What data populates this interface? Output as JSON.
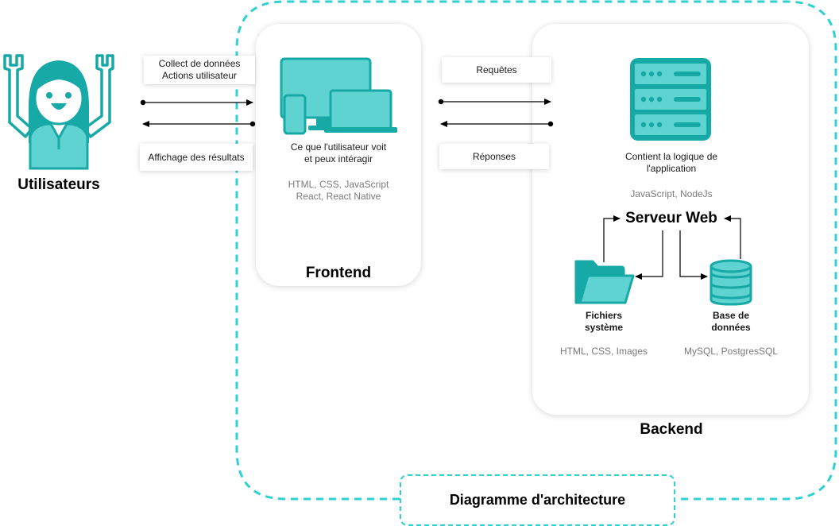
{
  "colors": {
    "accent": "#14a8a6",
    "accent_light": "#5fd3d1",
    "dashed_border": "#2fd1d1"
  },
  "user": {
    "title": "Utilisateurs"
  },
  "user_frontend_links": {
    "request_label": "Collect de données\nActions utilisateur",
    "response_label": "Affichage des résultats"
  },
  "frontend": {
    "title": "Frontend",
    "description": "Ce que l'utilisateur voit\net peux intéragir",
    "technologies": "HTML, CSS, JavaScript\nReact, React Native",
    "icon": "devices-icon"
  },
  "frontend_backend_links": {
    "request_label": "Requêtes",
    "response_label": "Réponses"
  },
  "backend": {
    "title": "Backend",
    "description": "Contient la logique de\nl'application",
    "technologies": "JavaScript, NodeJs",
    "icon": "server-icon",
    "web_server": {
      "title": "Serveur Web"
    },
    "filesystem": {
      "title": "Fichiers\nsystème",
      "technologies": "HTML, CSS, Images",
      "icon": "folder-icon"
    },
    "database": {
      "title": "Base de\ndonnées",
      "technologies": "MySQL, PostgresSQL",
      "icon": "database-icon"
    }
  },
  "diagram": {
    "title": "Diagramme d'architecture"
  }
}
